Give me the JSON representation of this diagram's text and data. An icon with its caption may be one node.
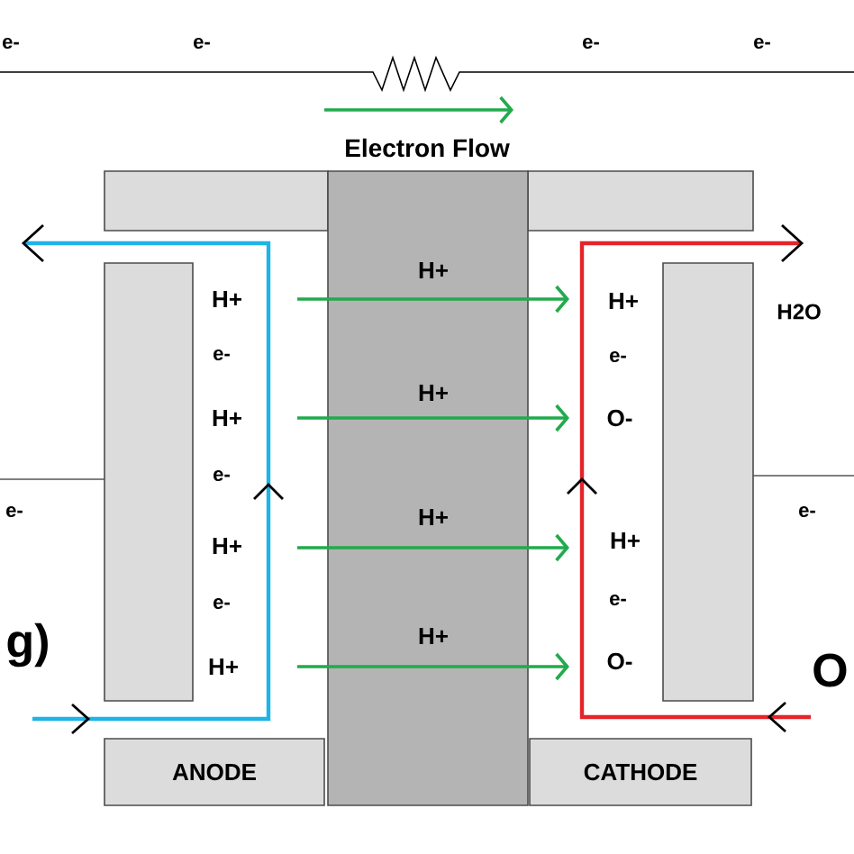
{
  "diagram": {
    "nodes": [
      {
        "text": [],
        "shape": "box"
      },
      {
        "text": [],
        "shape": "box"
      },
      {
        "text": [
          "H+",
          "H+",
          "H+",
          "H+"
        ]
      },
      {
        "text": [],
        "shape": "box"
      },
      {
        "text": [],
        "shape": "box"
      },
      {
        "text": [
          "ANODE"
        ]
      },
      {
        "text": [
          "CATHODE"
        ]
      }
    ],
    "labels": [
      "e-",
      "e-",
      "e-",
      "e-",
      "Electron Flow",
      "H+",
      "e-",
      "H+",
      "e-",
      "H+",
      "e-",
      "H+",
      "H+",
      "e-",
      "O-",
      "H+",
      "e-",
      "O-",
      "H2O",
      "e-",
      "e-",
      "g)",
      "O"
    ]
  }
}
